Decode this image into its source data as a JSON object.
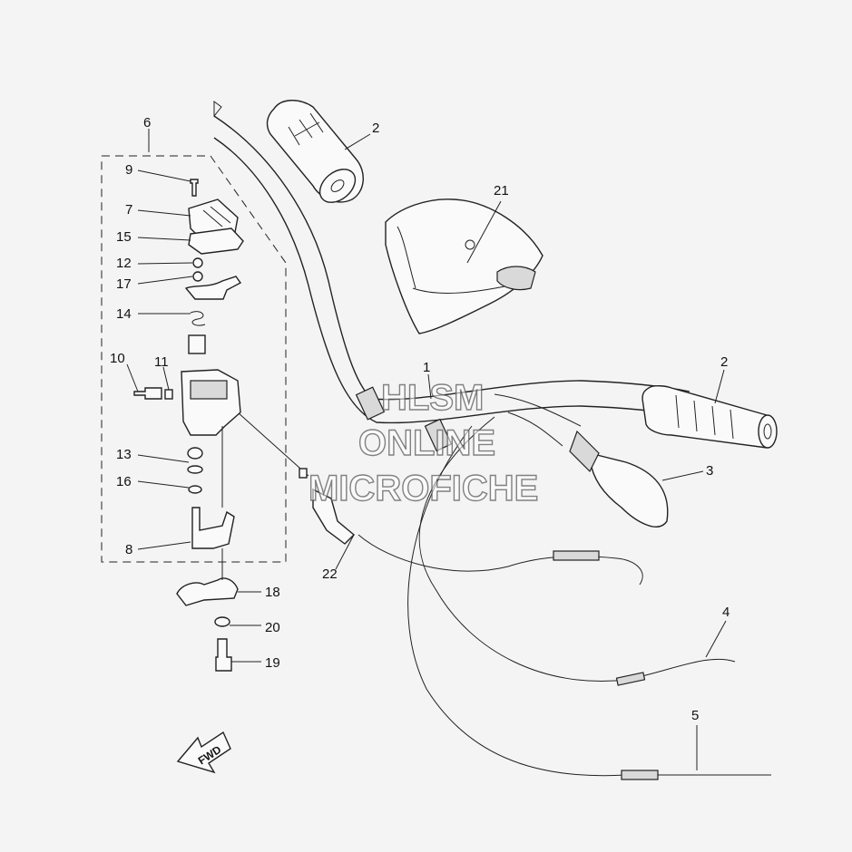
{
  "callouts": {
    "c1": "1",
    "c2a": "2",
    "c2b": "2",
    "c3": "3",
    "c4": "4",
    "c5": "5",
    "c6": "6",
    "c7": "7",
    "c8": "8",
    "c9": "9",
    "c10": "10",
    "c11": "11",
    "c12": "12",
    "c13": "13",
    "c14": "14",
    "c15": "15",
    "c16": "16",
    "c17": "17",
    "c18": "18",
    "c19": "19",
    "c20": "20",
    "c21": "21",
    "c22": "22"
  },
  "watermark": {
    "line1": "HLSM",
    "line2": "ONLINE",
    "line3": "MICROFICHE"
  },
  "fwd_label": "FWD"
}
